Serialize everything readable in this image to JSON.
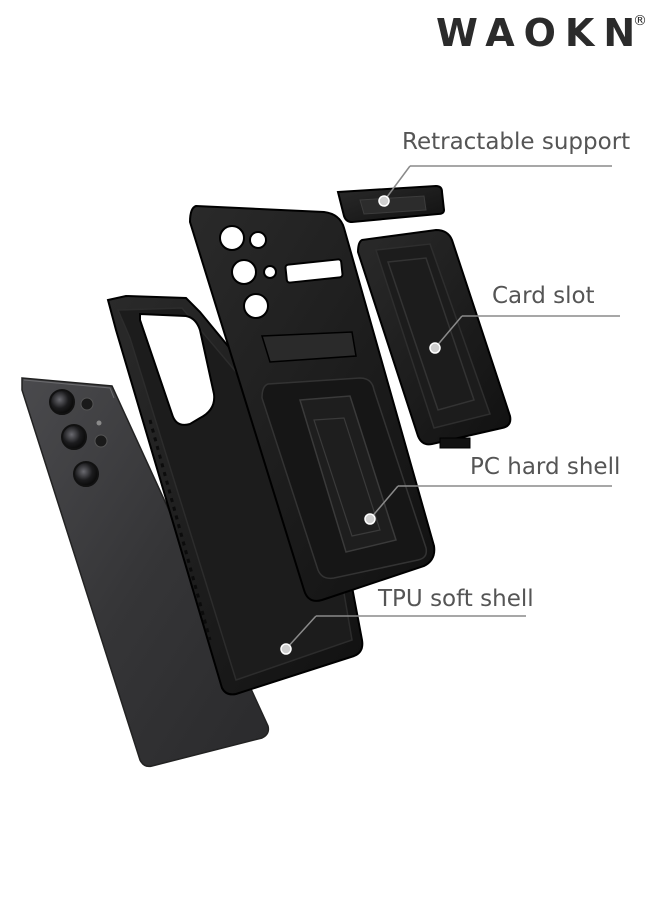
{
  "brand": {
    "name": "WAOKN",
    "registered_mark": "®",
    "color": "#2b2b2b"
  },
  "callouts": [
    {
      "label": "Retractable support"
    },
    {
      "label": "Card slot"
    },
    {
      "label": "PC hard shell"
    },
    {
      "label": "TPU soft shell"
    }
  ],
  "colors": {
    "background": "#ffffff",
    "case_black": "#1a1a1a",
    "phone_gray": "#3a3a3c",
    "label_gray": "#555555",
    "leader_line": "#8a8a8a"
  }
}
